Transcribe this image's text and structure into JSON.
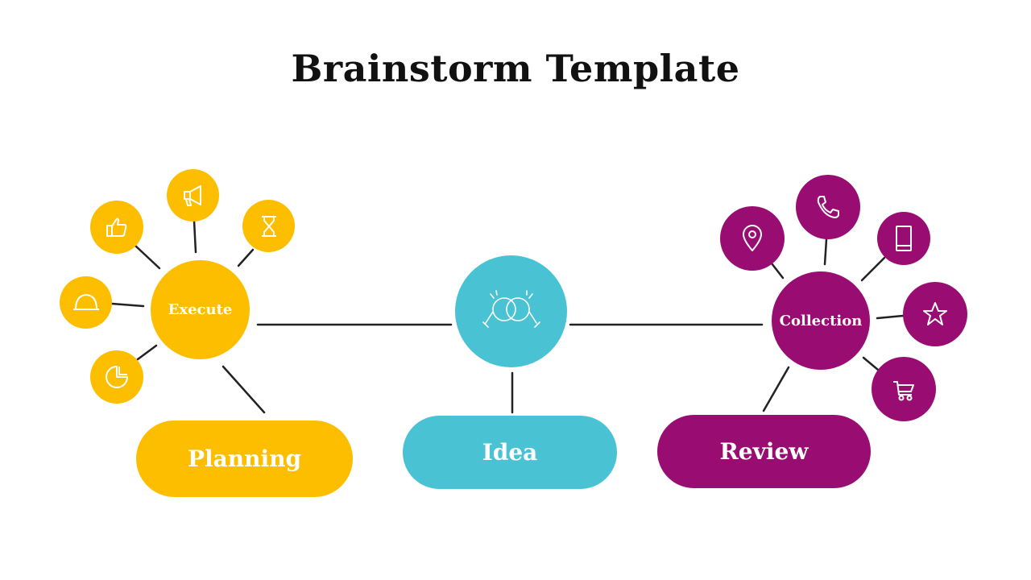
{
  "title": "Brainstorm Template",
  "colors": {
    "yellow": "#FDBE00",
    "teal": "#49C2D4",
    "purple": "#990D72",
    "line": "#222222"
  },
  "left_group": {
    "hub_label": "Execute",
    "pill_label": "Planning",
    "icons": [
      "thumbs-up-icon",
      "megaphone-icon",
      "hourglass-icon",
      "bell-icon",
      "pie-chart-icon"
    ]
  },
  "center_group": {
    "icon": "handshake-icon",
    "pill_label": "Idea"
  },
  "right_group": {
    "hub_label": "Collection",
    "pill_label": "Review",
    "icons": [
      "location-pin-icon",
      "phone-icon",
      "mobile-device-icon",
      "star-icon",
      "shopping-cart-icon"
    ]
  }
}
